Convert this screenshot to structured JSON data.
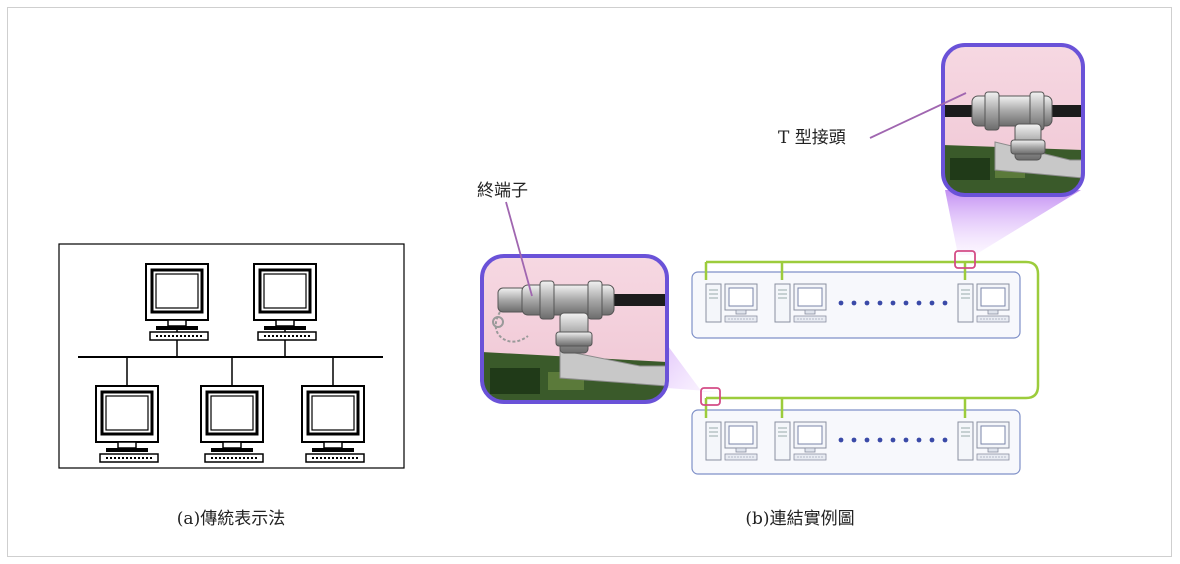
{
  "caption_a": "(a)傳統表示法",
  "caption_b": "(b)連結實例圖",
  "callout_t_connector": "T 型接頭",
  "callout_terminator": "終端子",
  "colors": {
    "cable_green": "#9ccc3c",
    "lens_border": "#6a52d8",
    "callout_line": "#a066b0",
    "lan_box_border": "#7f90c8",
    "highlight_pink": "#d44c86"
  }
}
